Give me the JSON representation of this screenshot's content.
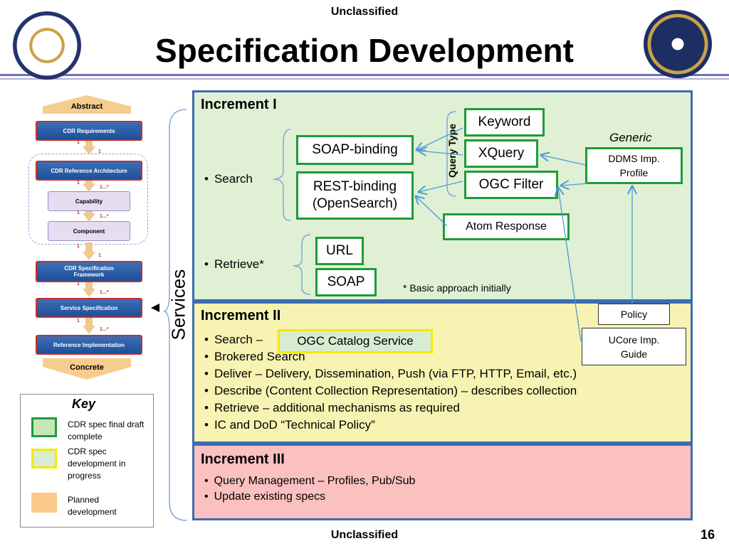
{
  "header": {
    "classification_top": "Unclassified",
    "title": "Specification Development"
  },
  "footer": {
    "classification_bottom": "Unclassified",
    "page_number": "16"
  },
  "flow": {
    "abstract": "Abstract",
    "concrete": "Concrete",
    "boxes": [
      "CDR Requirements",
      "CDR Reference Architecture",
      "Capability",
      "Component",
      "CDR Specification Framework",
      "Service Specification",
      "Reference Implementation"
    ],
    "multiplicities": [
      "1",
      "1",
      "1",
      "1...*",
      "1",
      "1...*",
      "1",
      "1",
      "1",
      "1...*",
      "1",
      "1...*"
    ],
    "services_label": "Services"
  },
  "key": {
    "title": "Key",
    "items": [
      {
        "label": "CDR spec  final draft complete",
        "color": "#c6e6b8",
        "border": "#1f9a3a"
      },
      {
        "label": "CDR spec development  in progress",
        "color": "#d7ecd0",
        "border": "#f2ea00"
      },
      {
        "label": "Planned development",
        "color": "#fbc98a",
        "border": "#fbc98a"
      }
    ]
  },
  "increment1": {
    "title": "Increment  I",
    "search_label": "Search",
    "retrieve_label": "Retrieve*",
    "soap_binding": "SOAP-binding",
    "rest_binding": "REST-binding (OpenSearch)",
    "query_type_label": "Query Type",
    "keyword": "Keyword",
    "xquery": "XQuery",
    "ogc_filter": "OGC Filter",
    "atom_response": "Atom Response",
    "url": "URL",
    "soap": "SOAP",
    "note": "* Basic approach initially",
    "generic": "Generic",
    "ddms": "DDMS Imp. Profile"
  },
  "increment2": {
    "title": "Increment  II",
    "policy": "Policy",
    "ucore": "UCore Imp. Guide",
    "ogc_catalog": "OGC Catalog Service",
    "bullets": [
      "Search –",
      "Brokered Search",
      "Deliver – Delivery, Dissemination, Push (via FTP, HTTP, Email, etc.)",
      "Describe (Content Collection Representation) – describes collection",
      "Retrieve – additional mechanisms as required",
      "IC and DoD “Technical Policy”"
    ]
  },
  "increment3": {
    "title": "Increment  III",
    "bullets": [
      "Query Management – Profiles, Pub/Sub",
      "Update existing specs"
    ]
  },
  "colors": {
    "panel_border": "#3d6cb0",
    "green_border": "#1f9a3a",
    "yellow_border": "#f2ea00",
    "arrow": "#4a9ad8"
  }
}
